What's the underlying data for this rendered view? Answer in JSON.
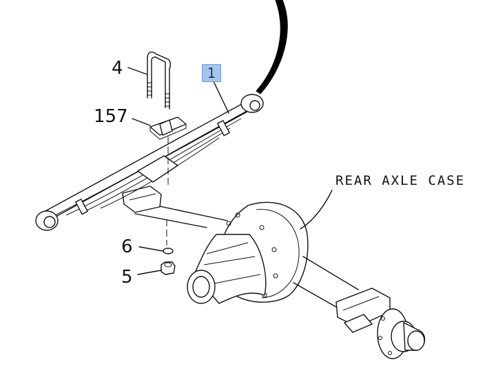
{
  "callout": {
    "number": "1",
    "highlight_color": "#a9c4ea",
    "border_color": "#6f9bd1"
  },
  "labels": {
    "ubolt": "4",
    "seat": "157",
    "washer": "6",
    "nut": "5",
    "rear_axle_case": "REAR AXLE CASE"
  }
}
